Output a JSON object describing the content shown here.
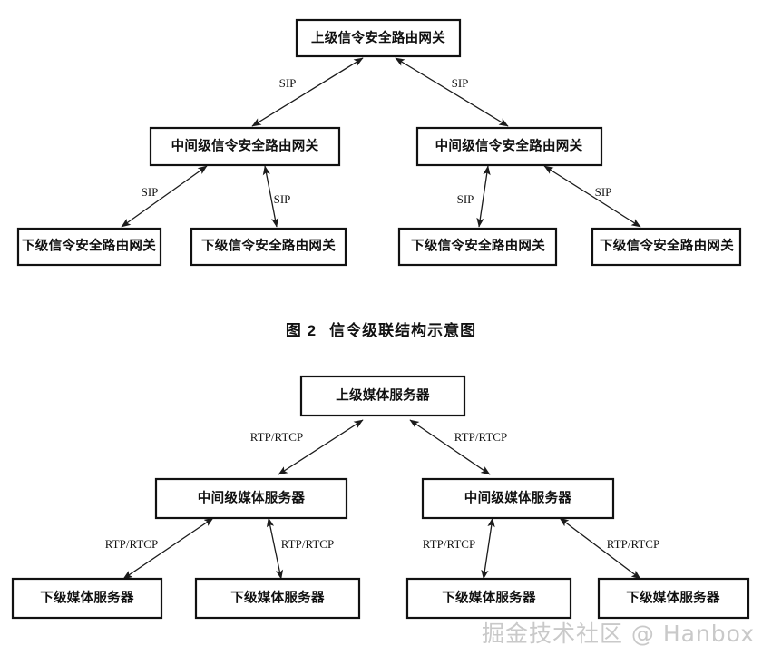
{
  "page": {
    "background_color": "#ffffff",
    "text_color": "#111111",
    "line_color": "#1b1b1b"
  },
  "figure_signaling": {
    "id": "signaling-cascade",
    "nodes": {
      "top": "上级信令安全路由网关",
      "mid_left": "中间级信令安全路由网关",
      "mid_right": "中间级信令安全路由网关",
      "leaf_1": "下级信令安全路由网关",
      "leaf_2": "下级信令安全路由网关",
      "leaf_3": "下级信令安全路由网关",
      "leaf_4": "下级信令安全路由网关"
    },
    "edges": [
      {
        "from": "mid_left",
        "to": "top",
        "label": "SIP"
      },
      {
        "from": "mid_right",
        "to": "top",
        "label": "SIP"
      },
      {
        "from": "leaf_1",
        "to": "mid_left",
        "label": "SIP"
      },
      {
        "from": "leaf_2",
        "to": "mid_left",
        "label": "SIP"
      },
      {
        "from": "leaf_3",
        "to": "mid_right",
        "label": "SIP"
      },
      {
        "from": "leaf_4",
        "to": "mid_right",
        "label": "SIP"
      }
    ]
  },
  "caption": {
    "number": "图 2",
    "title": "信令级联结构示意图"
  },
  "figure_media": {
    "id": "media-cascade",
    "nodes": {
      "top": "上级媒体服务器",
      "mid_left": "中间级媒体服务器",
      "mid_right": "中间级媒体服务器",
      "leaf_1": "下级媒体服务器",
      "leaf_2": "下级媒体服务器",
      "leaf_3": "下级媒体服务器",
      "leaf_4": "下级媒体服务器"
    },
    "edges": [
      {
        "from": "mid_left",
        "to": "top",
        "label": "RTP/RTCP"
      },
      {
        "from": "mid_right",
        "to": "top",
        "label": "RTP/RTCP"
      },
      {
        "from": "leaf_1",
        "to": "mid_left",
        "label": "RTP/RTCP"
      },
      {
        "from": "leaf_2",
        "to": "mid_left",
        "label": "RTP/RTCP"
      },
      {
        "from": "leaf_3",
        "to": "mid_right",
        "label": "RTP/RTCP"
      },
      {
        "from": "leaf_4",
        "to": "mid_right",
        "label": "RTP/RTCP"
      }
    ]
  },
  "watermark": {
    "text": "掘金技术社区 @ Hanbox"
  }
}
